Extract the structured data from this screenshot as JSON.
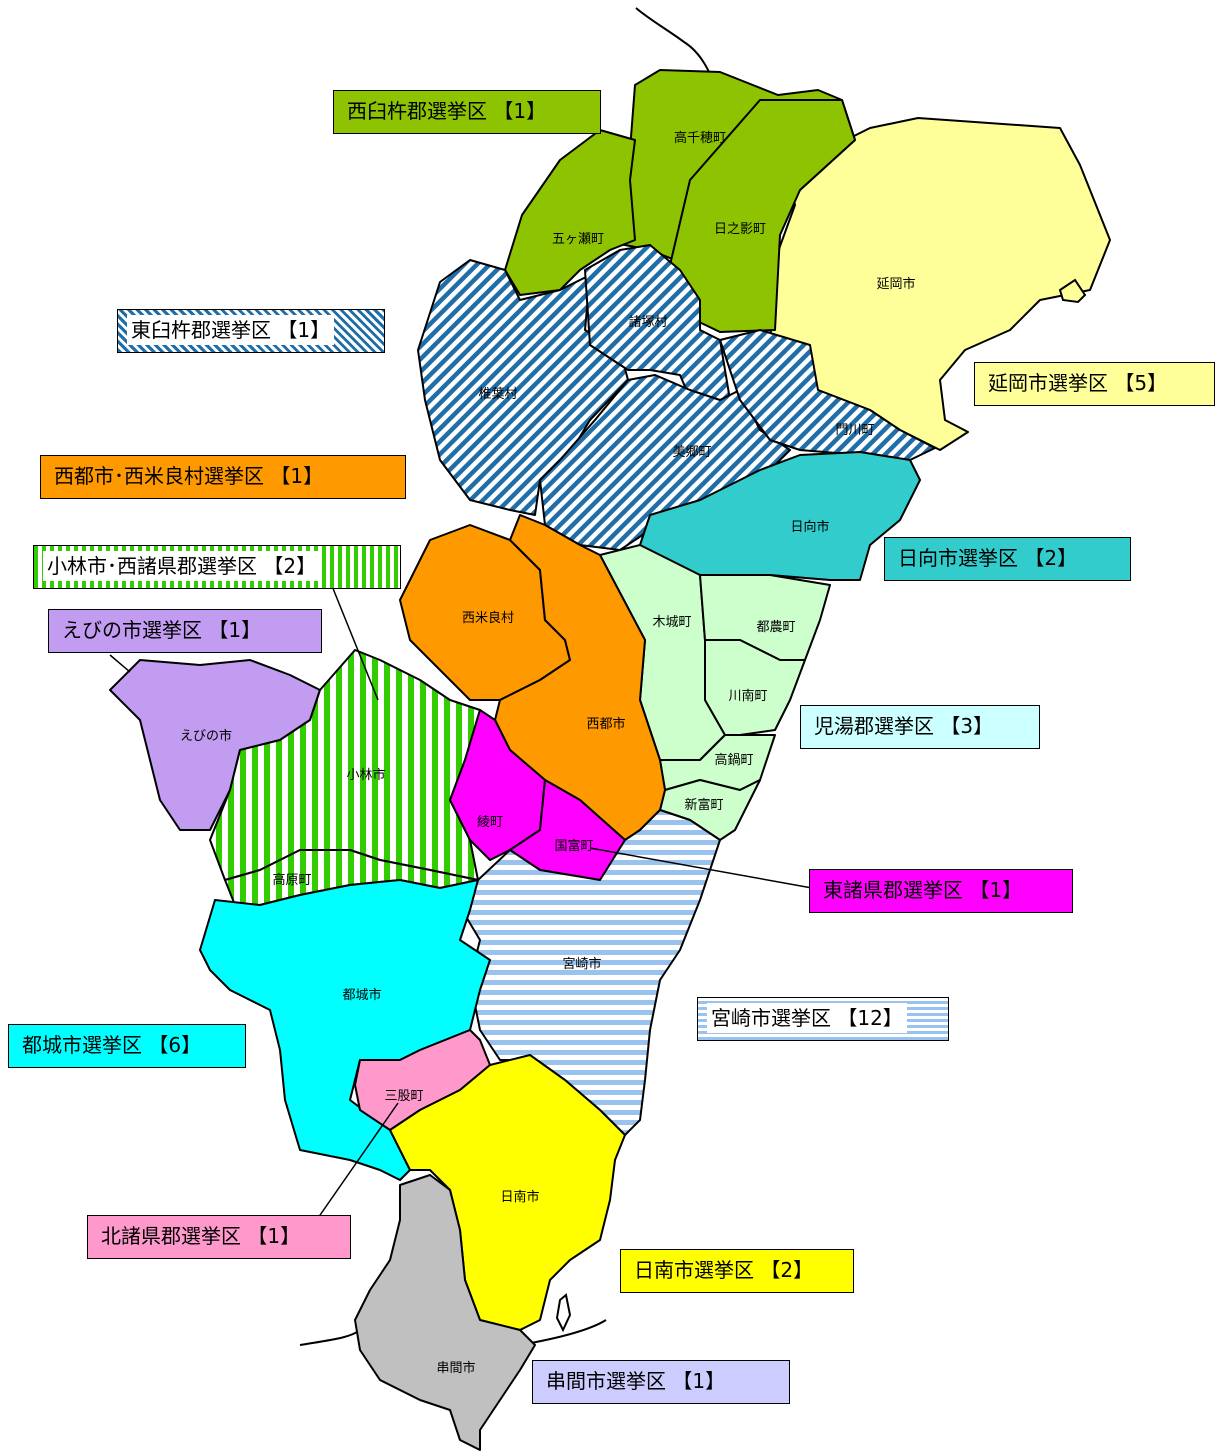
{
  "colors": {
    "nishiusuki": "#8dc300",
    "nobeoka": "#ffff99",
    "higashiusuki_line": "#1f6ea8",
    "saito": "#ff9900",
    "kobayashi_stripe": "#33cc00",
    "ebino": "#c29cf0",
    "hyuga": "#33cccc",
    "koyu": "#ccffcc",
    "higashimorokata": "#ff00ff",
    "miyakonojo": "#00ffff",
    "miyazaki_line": "#99c2ee",
    "kitamorokata": "#ff99cc",
    "nichinan": "#ffff00",
    "kushima": "#c0c0c0",
    "kushima_label": "#ccccff"
  },
  "districts": [
    {
      "id": "nishiusuki",
      "label": "西臼杵郡選挙区 【1】"
    },
    {
      "id": "higashiusuki",
      "label": "東臼杵郡選挙区 【1】"
    },
    {
      "id": "nobeoka",
      "label": "延岡市選挙区 【5】"
    },
    {
      "id": "saito",
      "label": "西都市･西米良村選挙区 【1】"
    },
    {
      "id": "kobayashi",
      "label": "小林市･西諸県郡選挙区 【2】"
    },
    {
      "id": "hyuga",
      "label": "日向市選挙区 【2】"
    },
    {
      "id": "ebino",
      "label": "えびの市選挙区 【1】"
    },
    {
      "id": "koyu",
      "label": "児湯郡選挙区 【3】"
    },
    {
      "id": "higashimorokata",
      "label": "東諸県郡選挙区 【1】"
    },
    {
      "id": "miyazaki",
      "label": "宮崎市選挙区 【12】"
    },
    {
      "id": "miyakonojo",
      "label": "都城市選挙区 【6】"
    },
    {
      "id": "kitamorokata",
      "label": "北諸県郡選挙区 【1】"
    },
    {
      "id": "nichinan",
      "label": "日南市選挙区 【2】"
    },
    {
      "id": "kushima",
      "label": "串間市選挙区 【1】"
    }
  ],
  "municipalities": {
    "takachiho": "高千穂町",
    "gokase": "五ヶ瀬町",
    "hinokage": "日之影町",
    "nobeoka": "延岡市",
    "morotsuka": "諸塚村",
    "shiiba": "椎葉村",
    "misato": "美郷町",
    "kadogawa": "門川町",
    "hyuga": "日向市",
    "nishimera": "西米良村",
    "kijo": "木城町",
    "tsuno": "都農町",
    "kawaminami": "川南町",
    "saito": "西都市",
    "takanabe": "高鍋町",
    "shintomi": "新富町",
    "ebino": "えびの市",
    "kobayashi": "小林市",
    "aya": "綾町",
    "kunitomi": "国富町",
    "takaharu": "高原町",
    "miyazaki": "宮崎市",
    "miyakonojo": "都城市",
    "mimata": "三股町",
    "nichinan": "日南市",
    "kushima": "串間市"
  }
}
